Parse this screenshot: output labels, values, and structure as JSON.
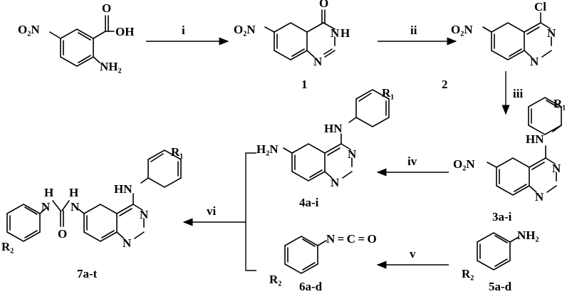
{
  "compounds": {
    "start": "",
    "c1": "1",
    "c2": "2",
    "c3": "3a-i",
    "c4": "4a-i",
    "c5": "5a-d",
    "c6": "6a-d",
    "c7": "7a-t"
  },
  "steps": {
    "i": "i",
    "ii": "ii",
    "iii": "iii",
    "iv": "iv",
    "v": "v",
    "vi": "vi"
  },
  "atoms": {
    "O2N": "O₂N",
    "H2N": "H₂N",
    "NH2": "NH₂",
    "OH": "OH",
    "O": "O",
    "N": "N",
    "H": "H",
    "NH": "NH",
    "HN": "HN",
    "Cl": "Cl",
    "C": "C",
    "R1": "R₁",
    "R2": "R₂",
    "NCO": "N = C = O"
  }
}
